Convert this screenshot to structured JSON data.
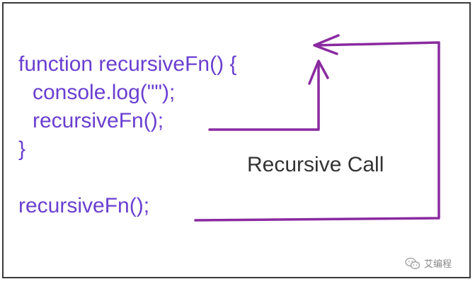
{
  "code": {
    "line1": "function recursiveFn() {",
    "line2": "console.log(\"\");",
    "line3": "recursiveFn();",
    "line4": "}",
    "line5": "recursiveFn();"
  },
  "label": "Recursive Call",
  "watermark": {
    "text": "艾编程",
    "icon": "wechat-icon"
  },
  "colors": {
    "code": "#6a3fd0",
    "arrow": "#8a2aa0",
    "label": "#333333",
    "border": "#3a3a3a"
  }
}
